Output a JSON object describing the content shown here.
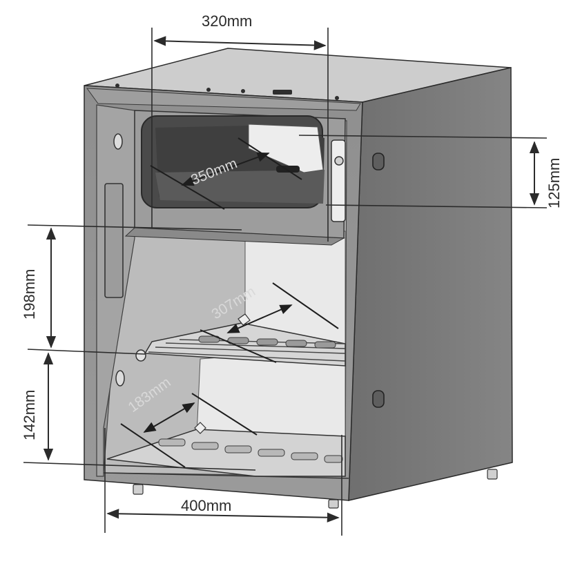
{
  "dimensions": {
    "width_top": "320mm",
    "depth_top": "350mm",
    "height_top": "125mm",
    "height_middle": "198mm",
    "depth_middle": "307mm",
    "height_bottom": "142mm",
    "depth_bottom": "183mm",
    "width_bottom": "400mm"
  },
  "colors": {
    "body": "#8a8a8a",
    "side": "#7a7a7a",
    "top": "#c8c8c8",
    "interior": "#b5b5b5",
    "line": "#2b2b2b"
  }
}
